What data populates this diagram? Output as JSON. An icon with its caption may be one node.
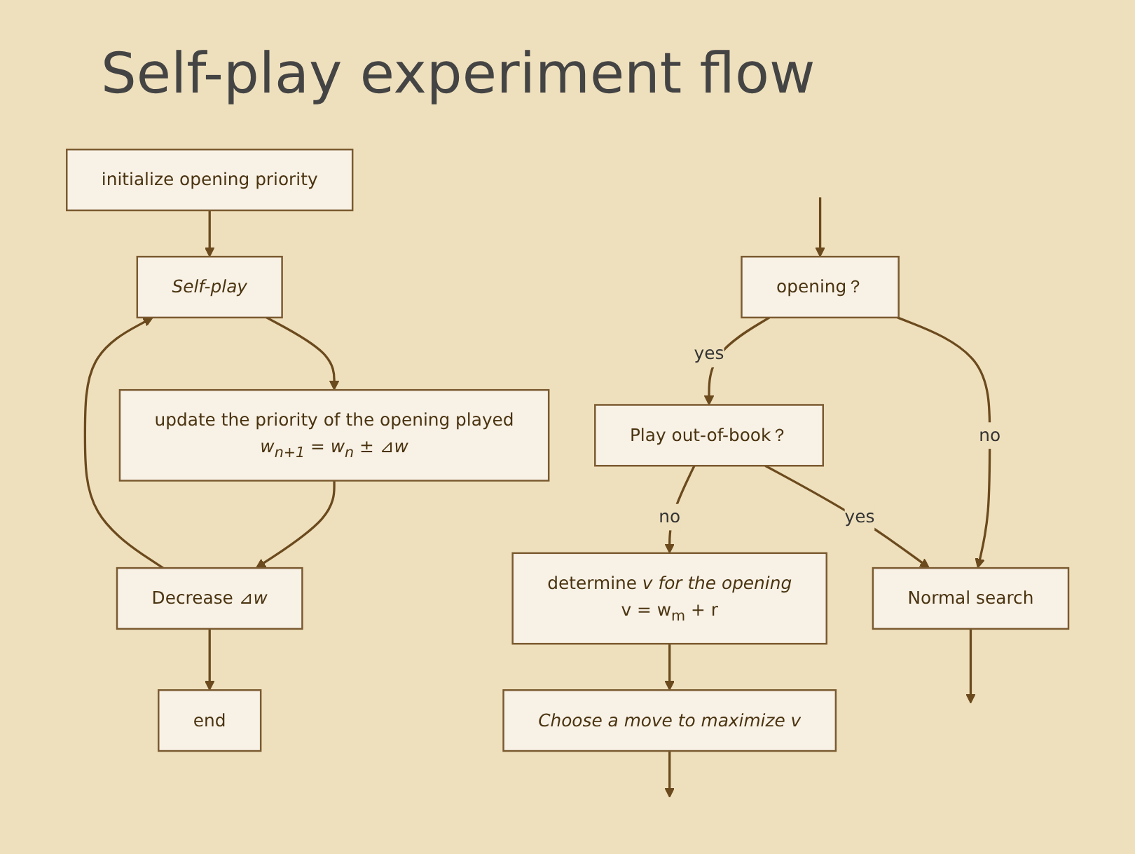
{
  "diagram": {
    "title": "Self-play experiment flow",
    "nodes": [
      {
        "text": [
          "initialize opening priority"
        ]
      },
      {
        "text": [
          "Self-play"
        ]
      },
      {
        "text": [
          "update the priority of the opening played",
          "*w$_{n+1}$ = w$_{n}$ ± ⊿w*"
        ]
      },
      {
        "text": [
          "Decrease ⊿*w*"
        ]
      },
      {
        "text": [
          "end"
        ]
      },
      {
        "text": [
          "opening？"
        ]
      },
      {
        "text": [
          "Play out-of-book？"
        ]
      },
      {
        "text": [
          "determine *v for the opening*",
          "v = w$_{m}$ + r"
        ]
      },
      {
        "text": [
          "Normal search"
        ]
      },
      {
        "text": [
          "Choose a move to maximize v"
        ]
      }
    ],
    "edges": [
      {
        "from": 0,
        "to": 1,
        "arrow": "to"
      },
      {
        "from": 1,
        "to": 2,
        "arrow": "to"
      },
      {
        "from": 2,
        "to": 3,
        "arrow": "to"
      },
      {
        "from": 3,
        "to": 1,
        "arrow": "to"
      },
      {
        "from": 3,
        "to": 4,
        "arrow": "to"
      },
      {
        "from": null,
        "to": 5,
        "arrow": "to"
      },
      {
        "from": 5,
        "to": 6,
        "arrow": "to",
        "label": "yes"
      },
      {
        "from": 5,
        "to": 8,
        "arrow": "to",
        "label": "no"
      },
      {
        "from": 6,
        "to": 8,
        "arrow": "to",
        "label": "yes"
      },
      {
        "from": 6,
        "to": 7,
        "arrow": "to",
        "label": "no"
      },
      {
        "from": 7,
        "to": 9,
        "arrow": "to"
      },
      {
        "from": 8,
        "to": null,
        "arrow": "to"
      },
      {
        "from": 9,
        "to": null,
        "arrow": "to"
      }
    ]
  }
}
